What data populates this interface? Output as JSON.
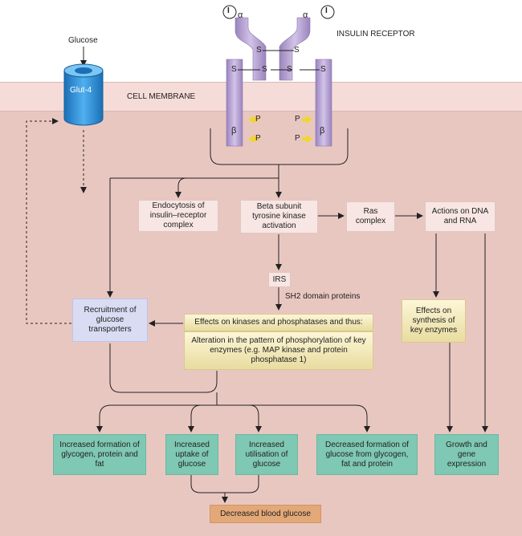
{
  "labels": {
    "glucose": "Glucose",
    "glut4": "Glut-4",
    "insulin_receptor": "INSULIN RECEPTOR",
    "cell_membrane": "CELL MEMBRANE",
    "insulin_symbol": "I",
    "alpha": "α",
    "beta": "β",
    "s": "S",
    "p": "P",
    "sh2": "SH2 domain proteins"
  },
  "boxes": {
    "endocytosis": "Endocytosis of insulin–receptor complex",
    "beta_activation": "Beta subunit tyrosine kinase activation",
    "ras": "Ras complex",
    "dna_rna": "Actions on DNA and RNA",
    "irs": "IRS",
    "recruitment": "Recruitment of glucose transporters",
    "kinases_title": "Effects on kinases and phosphatases and thus:",
    "kinases_body": "Alteration in the pattern of phosphorylation of key enzymes (e.g. MAP kinase and protein phosphatase 1)",
    "synthesis": "Effects on synthesis of key enzymes",
    "out_glycogen": "Increased formation of glycogen, protein and fat",
    "out_uptake": "Increased uptake of glucose",
    "out_util": "Increased utilisation of glucose",
    "out_decreased": "Decreased formation of glucose from glycogen, fat and protein",
    "out_growth": "Growth and gene expression",
    "final": "Decreased blood glucose"
  },
  "colors": {
    "cytoplasm": "#e9c7c1",
    "membrane": "#f5dcd8",
    "receptor": "#b9a3d3",
    "glut4": "#3d9be0",
    "arrow": "#222222"
  }
}
